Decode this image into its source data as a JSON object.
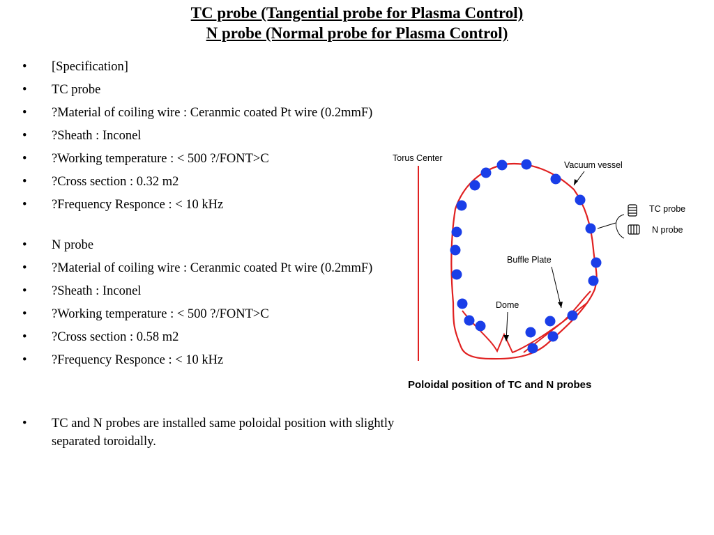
{
  "title": {
    "line1": "TC probe (Tangential probe for Plasma Control)",
    "line2": "N probe (Normal probe for Plasma Control)"
  },
  "bullet_glyph": "•",
  "bullets": [
    "[Specification]",
    "TC probe",
    "?Material of coiling wire : Ceranmic coated Pt wire (0.2mmF)",
    "?Sheath : Inconel",
    "?Working temperature : < 500 ?/FONT>C",
    "?Cross section : 0.32 m2",
    "?Frequency Responce : < 10 kHz",
    "N probe",
    "?Material of coiling wire : Ceranmic coated Pt wire (0.2mmF)",
    "?Sheath : Inconel",
    "?Working temperature : < 500 ?/FONT>C",
    "?Cross section : 0.58 m2",
    "?Frequency Responce : < 10 kHz",
    "TC and N probes are installed same poloidal position with slightly separated toroidally."
  ],
  "figure": {
    "torus_center": "Torus Center",
    "vacuum_vessel": "Vacuum vessel",
    "tc_probe": "TC probe",
    "n_probe": "N probe",
    "buffle_plate": "Buffle Plate",
    "dome": "Dome",
    "caption": "Poloidal position of TC and N probes",
    "vessel_color": "#e02020",
    "probe_color": "#1a3ee8"
  }
}
